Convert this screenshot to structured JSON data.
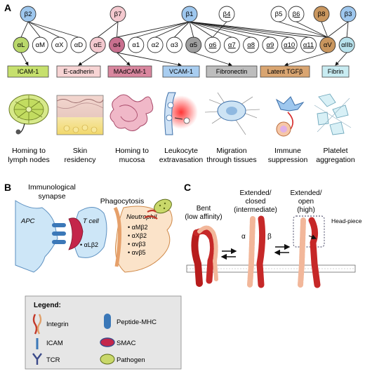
{
  "panels": {
    "a": "A",
    "b": "B",
    "c": "C"
  },
  "beta_nodes": [
    {
      "id": "b2",
      "label": "β2",
      "color": "#9ec7ee"
    },
    {
      "id": "b7",
      "label": "β7",
      "color": "#f4c9cf"
    },
    {
      "id": "b1",
      "label": "β1",
      "color": "#9ec7ee"
    },
    {
      "id": "b4",
      "label": "β4",
      "color": "#ffffff",
      "underline": true
    },
    {
      "id": "b5",
      "label": "β5",
      "color": "#ffffff"
    },
    {
      "id": "b6",
      "label": "β6",
      "color": "#ffffff",
      "underline": true
    },
    {
      "id": "b8",
      "label": "β8",
      "color": "#c9965e"
    },
    {
      "id": "b3",
      "label": "β3",
      "color": "#9ec7ee"
    }
  ],
  "alpha_nodes": [
    {
      "id": "aL",
      "label": "αL",
      "color": "#b9d86b"
    },
    {
      "id": "aM",
      "label": "αM",
      "color": "#ffffff"
    },
    {
      "id": "aX",
      "label": "αX",
      "color": "#ffffff"
    },
    {
      "id": "aD",
      "label": "αD",
      "color": "#ffffff"
    },
    {
      "id": "aE",
      "label": "αE",
      "color": "#f4c9cf"
    },
    {
      "id": "a4",
      "label": "α4",
      "color": "#c9708f"
    },
    {
      "id": "a1",
      "label": "α1",
      "color": "#ffffff"
    },
    {
      "id": "a2",
      "label": "α2",
      "color": "#ffffff"
    },
    {
      "id": "a3",
      "label": "α3",
      "color": "#ffffff"
    },
    {
      "id": "a5",
      "label": "α5",
      "color": "#9e9e9e"
    },
    {
      "id": "a6",
      "label": "α6",
      "color": "#ffffff",
      "underline": true
    },
    {
      "id": "a7",
      "label": "α7",
      "color": "#ffffff",
      "underline": true
    },
    {
      "id": "a8",
      "label": "α8",
      "color": "#ffffff",
      "underline": true
    },
    {
      "id": "a9",
      "label": "α9",
      "color": "#ffffff",
      "underline": true
    },
    {
      "id": "a10",
      "label": "α10",
      "color": "#ffffff",
      "underline": true
    },
    {
      "id": "a11",
      "label": "α11",
      "color": "#ffffff",
      "underline": true
    },
    {
      "id": "aV",
      "label": "αV",
      "color": "#c9965e"
    },
    {
      "id": "aIIb",
      "label": "αIIb",
      "color": "#b8e2ec"
    }
  ],
  "ligands": [
    {
      "label": "ICAM-1",
      "color": "#c6e06d"
    },
    {
      "label": "E-cadherin",
      "color": "#f7d4d4"
    },
    {
      "label": "MAdCAM-1",
      "color": "#d9869e"
    },
    {
      "label": "VCAM-1",
      "color": "#a8cdf0"
    },
    {
      "label": "Fibronectin",
      "color": "#bdbdbd"
    },
    {
      "label": "Latent TGFβ",
      "color": "#d9a571"
    },
    {
      "label": "Fibrin",
      "color": "#c8ecf2"
    }
  ],
  "functions": [
    {
      "line1": "Homing to",
      "line2": "lymph nodes"
    },
    {
      "line1": "Skin",
      "line2": "residency"
    },
    {
      "line1": "Homing to",
      "line2": "mucosa"
    },
    {
      "line1": "Leukocyte",
      "line2": "extravasation"
    },
    {
      "line1": "Migration",
      "line2": "through tissues"
    },
    {
      "line1": "Immune",
      "line2": "suppression"
    },
    {
      "line1": "Platelet",
      "line2": "aggregation"
    }
  ],
  "panel_b": {
    "synapse_title_1": "Immunological",
    "synapse_title_2": "synapse",
    "phago_title": "Phagocytosis",
    "apc": "APC",
    "tcell": "T cell",
    "tcell_integrin": "• αLβ2",
    "neutrophil": "Neutrophil",
    "neutrophil_integrins": [
      "• αMβ2",
      "• αXβ2",
      "• αvβ3",
      "• αvβ5"
    ]
  },
  "legend": {
    "title": "Legend:",
    "items": [
      "Integrin",
      "Peptide-MHC",
      "ICAM",
      "SMAC",
      "TCR",
      "Pathogen"
    ]
  },
  "panel_c": {
    "bent_1": "Bent",
    "bent_2": "(low affinity)",
    "closed_1": "Extended/",
    "closed_2": "closed",
    "closed_3": "(intermediate)",
    "open_1": "Extended/",
    "open_2": "open",
    "open_3": "(high)",
    "head_piece": "Head-piece",
    "alpha": "α",
    "beta": "β"
  }
}
